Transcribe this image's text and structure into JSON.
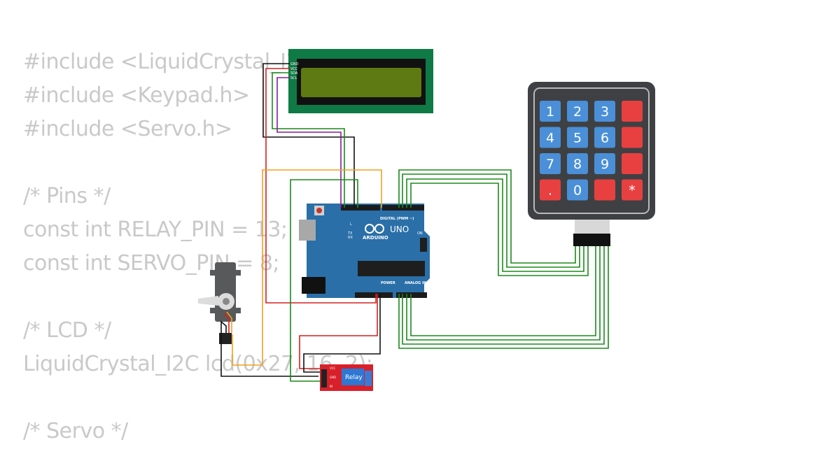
{
  "code": {
    "lines": [
      "#include <LiquidCrystal_I2C.h>",
      "#include <Keypad.h>",
      "#include <Servo.h>",
      "",
      "/* Pins */",
      "const int RELAY_PIN = 13;",
      "const int SERVO_PIN = 8;",
      "",
      "/* LCD */",
      "LiquidCrystal_I2C lcd(0x27, 16, 2);",
      "",
      "/* Servo */"
    ]
  },
  "keypad": {
    "keys": [
      "1",
      "2",
      "3",
      "",
      "4",
      "5",
      "6",
      "",
      "7",
      "8",
      "9",
      "",
      ".",
      "0",
      "",
      "*"
    ],
    "key_colors": [
      "blue",
      "blue",
      "blue",
      "red",
      "blue",
      "blue",
      "blue",
      "red",
      "blue",
      "blue",
      "blue",
      "red",
      "red",
      "blue",
      "red",
      "red"
    ]
  },
  "arduino": {
    "brand": "ARDUINO",
    "model": "UNO",
    "digital_label": "DIGITAL (PWM ~)",
    "power_label": "POWER",
    "analog_label": "ANALOG IN",
    "on_label": "ON",
    "tx_label": "TX",
    "rx_label": "RX",
    "l_label": "L"
  },
  "lcd": {
    "pins": [
      "GND",
      "VCC",
      "SDA",
      "SCL"
    ]
  },
  "relay": {
    "label": "Relay",
    "pins": [
      "VCC",
      "GND",
      "IN"
    ]
  },
  "colors": {
    "wire_green": "#1a8a1a",
    "wire_red": "#d42020",
    "wire_black": "#111111",
    "wire_orange": "#f0a020",
    "wire_purple": "#8a1aa0",
    "arduino_blue": "#2a6fa8",
    "lcd_green": "#0f7a45",
    "lcd_screen": "#5e7a12",
    "keypad_body": "#3f4043",
    "key_blue": "#4a8fd8",
    "key_red": "#e84040",
    "relay_red": "#d8202a",
    "code_gray": "#c9c9c9"
  }
}
